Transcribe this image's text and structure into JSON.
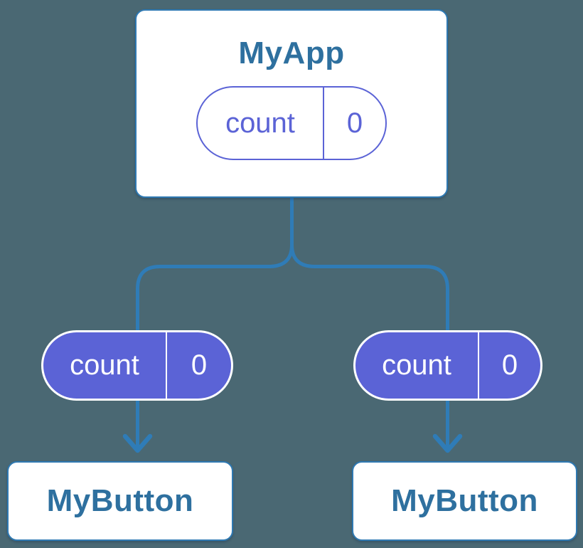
{
  "colors": {
    "background": "#4A6873",
    "card_bg": "#FFFFFF",
    "card_border": "#2F79B2",
    "title_text": "#2E709F",
    "pill_purple": "#5B63D6",
    "pill_text_light": "#FFFFFF",
    "connector": "#2F7CB7"
  },
  "root_card": {
    "title": "MyApp",
    "pill": {
      "label": "count",
      "value": "0"
    }
  },
  "left_pill": {
    "label": "count",
    "value": "0"
  },
  "right_pill": {
    "label": "count",
    "value": "0"
  },
  "left_card": {
    "title": "MyButton"
  },
  "right_card": {
    "title": "MyButton"
  }
}
